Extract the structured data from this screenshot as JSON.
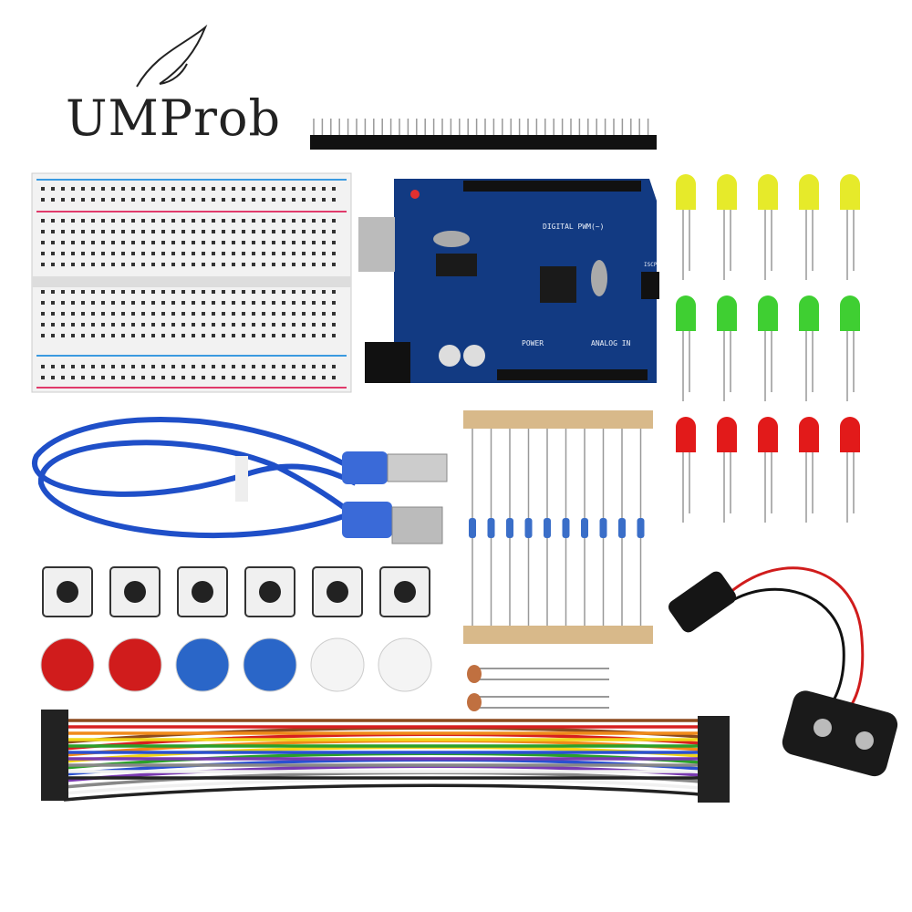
{
  "logo": {
    "text": "UMProb"
  },
  "board": {
    "digital_label": "DIGITAL PWM(~)",
    "power_label": "POWER",
    "analog_label": "ANALOG IN",
    "icsp_label": "ISCP",
    "color": "#123a82"
  },
  "leds": {
    "rows": [
      "#e6ea2a",
      "#3fcf32",
      "#e21a1a"
    ],
    "per_row": 5
  },
  "button_caps": [
    "#d01c1c",
    "#d01c1c",
    "#2a66c8",
    "#2a66c8",
    "#f4f4f4",
    "#f4f4f4"
  ],
  "resistor_count": 10,
  "jumper_colors": [
    "#8b4a1e",
    "#d62020",
    "#f08a1a",
    "#f2d51a",
    "#2aa02a",
    "#2a50d0",
    "#7a3ab0",
    "#888888",
    "#f0f0f0",
    "#222222"
  ]
}
